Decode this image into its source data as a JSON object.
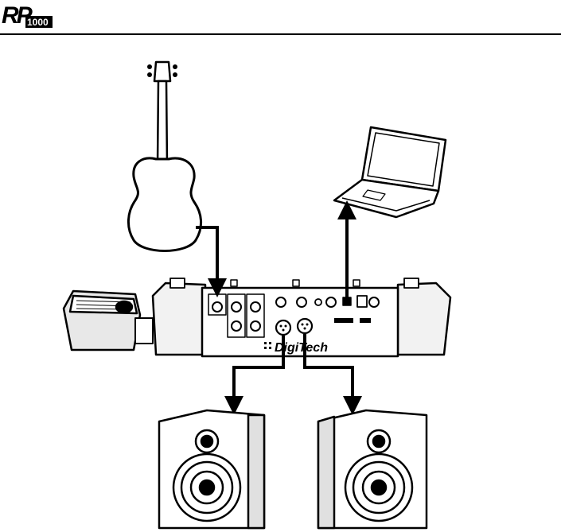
{
  "header": {
    "logo_text": "RP",
    "logo_sub": "1000"
  },
  "device": {
    "brand": "DigiTech"
  },
  "icons": {
    "guitar": "electric-guitar-icon",
    "laptop": "laptop-icon",
    "pedal": "expression-pedal-icon",
    "speaker": "studio-monitor-icon"
  },
  "colors": {
    "ink": "#000000",
    "body": "#ffffff",
    "panel": "#f2f2f2"
  }
}
